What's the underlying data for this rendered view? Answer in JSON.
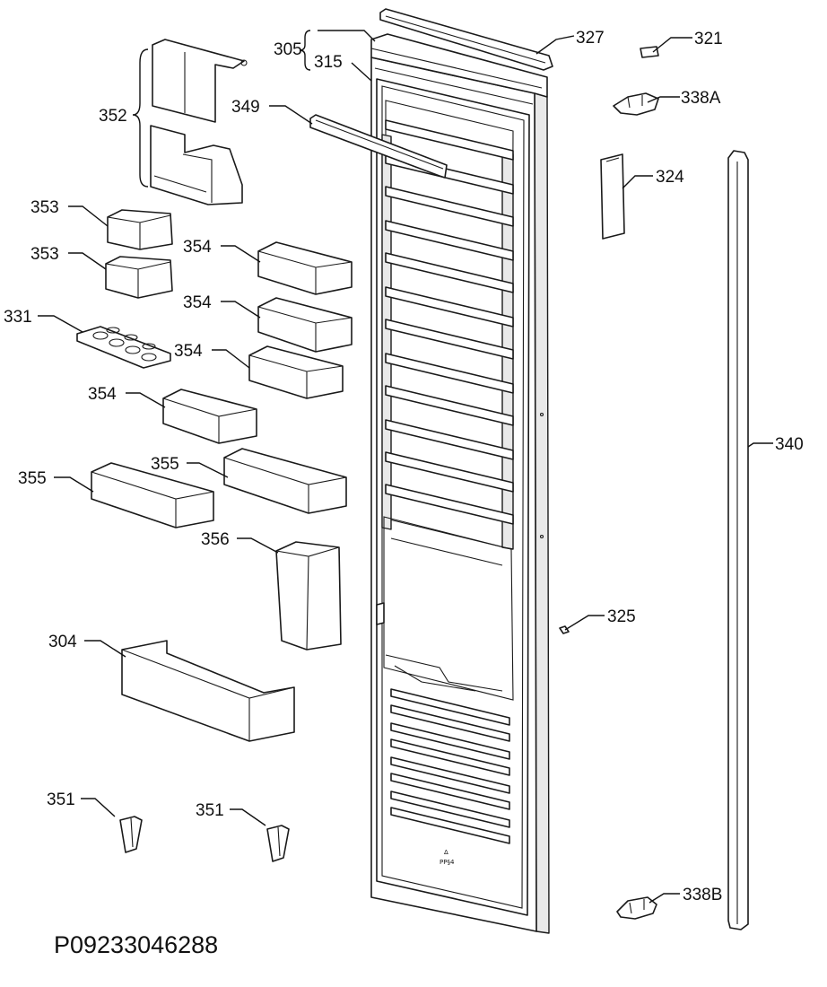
{
  "document_code": "P09233046288",
  "door_marks": {
    "symbol": "Δ",
    "text": "PP§4"
  },
  "labels": {
    "l305": "305",
    "l315": "315",
    "l327": "327",
    "l321": "321",
    "l338a": "338A",
    "l349": "349",
    "l352": "352",
    "l324": "324",
    "l353a": "353",
    "l353b": "353",
    "l354a": "354",
    "l354b": "354",
    "l354c": "354",
    "l354d": "354",
    "l331": "331",
    "l340": "340",
    "l355a": "355",
    "l355b": "355",
    "l356": "356",
    "l325": "325",
    "l304": "304",
    "l351a": "351",
    "l351b": "351",
    "l338b": "338B"
  }
}
